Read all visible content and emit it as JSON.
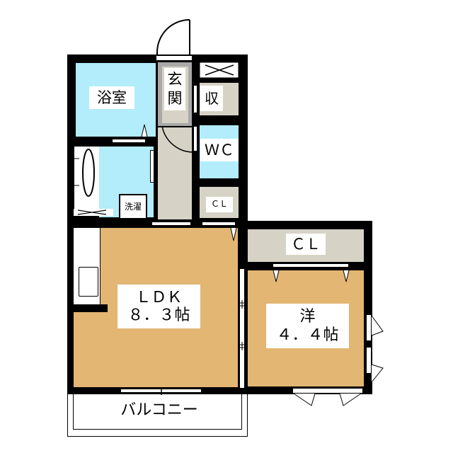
{
  "floor_plan": {
    "colors": {
      "wall": "#000000",
      "wet_area": "#b3ecfa",
      "flooring": "#e3b673",
      "storage_gray": "#d6d3c6",
      "background": "#ffffff"
    },
    "rooms": {
      "bathroom": {
        "label": "浴室"
      },
      "entrance": {
        "label": "玄関"
      },
      "storage": {
        "label": "収"
      },
      "toilet": {
        "label": "ＷＣ"
      },
      "closet_small": {
        "label": "ＣＬ"
      },
      "laundry": {
        "label": "洗濯"
      },
      "ldk": {
        "label": "ＬＤＫ",
        "size": "８．３帖"
      },
      "closet_western": {
        "label": "ＣＬ"
      },
      "western_room": {
        "label": "洋",
        "size": "４．４帖"
      },
      "balcony": {
        "label": "バルコニー"
      }
    }
  }
}
